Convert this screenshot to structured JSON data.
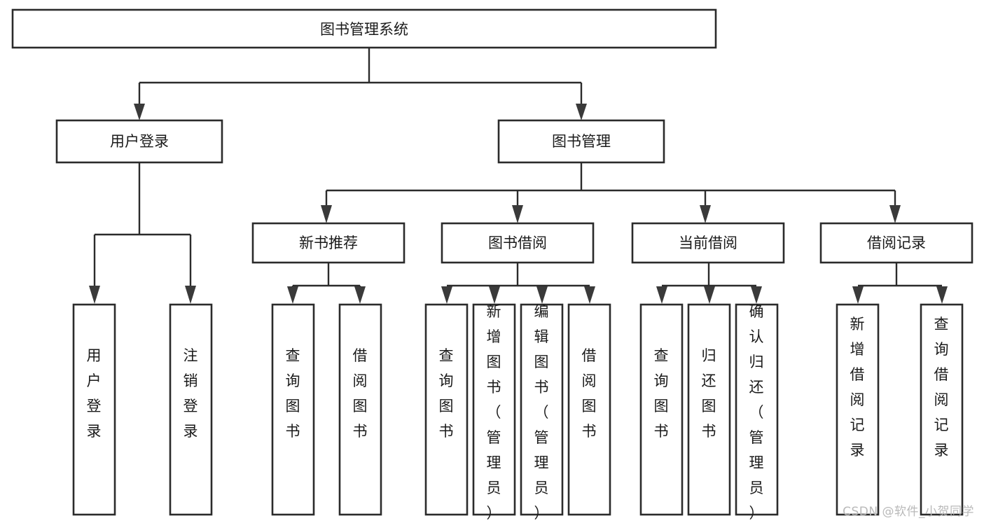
{
  "diagram": {
    "title": "图书管理系统",
    "type": "tree-hierarchy-chart",
    "watermark": "CSDN @软件_小贺同学",
    "colors": {
      "background": "#ffffff",
      "box_fill": "#ffffff",
      "box_stroke": "#2b2b2b",
      "text": "#1a1a1a",
      "arrow": "#3a3a3a",
      "watermark": "#b9b9b9"
    },
    "root": {
      "id": "root",
      "label": "图书管理系统"
    },
    "level2": [
      {
        "id": "user-login",
        "label": "用户登录"
      },
      {
        "id": "book-manage",
        "label": "图书管理"
      }
    ],
    "level3": [
      {
        "id": "new-book-recommend",
        "label": "新书推荐",
        "parent": "book-manage"
      },
      {
        "id": "book-borrow",
        "label": "图书借阅",
        "parent": "book-manage"
      },
      {
        "id": "current-borrow",
        "label": "当前借阅",
        "parent": "book-manage"
      },
      {
        "id": "borrow-record",
        "label": "借阅记录",
        "parent": "book-manage"
      }
    ],
    "leaves": {
      "user-login": [
        {
          "id": "leaf-user-login",
          "label": "用户登录"
        },
        {
          "id": "leaf-logout-login",
          "label": "注销登录"
        }
      ],
      "new-book-recommend": [
        {
          "id": "leaf-query-book-1",
          "label": "查询图书"
        },
        {
          "id": "leaf-borrow-book-1",
          "label": "借阅图书"
        }
      ],
      "book-borrow": [
        {
          "id": "leaf-query-book-2",
          "label": "查询图书"
        },
        {
          "id": "leaf-add-book",
          "label": "新增图书（管理员）"
        },
        {
          "id": "leaf-edit-book",
          "label": "编辑图书（管理员）"
        },
        {
          "id": "leaf-borrow-book-2",
          "label": "借阅图书"
        }
      ],
      "current-borrow": [
        {
          "id": "leaf-query-book-3",
          "label": "查询图书"
        },
        {
          "id": "leaf-return-book",
          "label": "归还图书"
        },
        {
          "id": "leaf-confirm-return",
          "label": "确认归还（管理员）"
        }
      ],
      "borrow-record": [
        {
          "id": "leaf-add-record",
          "label": "新增借阅记录"
        },
        {
          "id": "leaf-query-record",
          "label": "查询借阅记录"
        }
      ]
    }
  }
}
